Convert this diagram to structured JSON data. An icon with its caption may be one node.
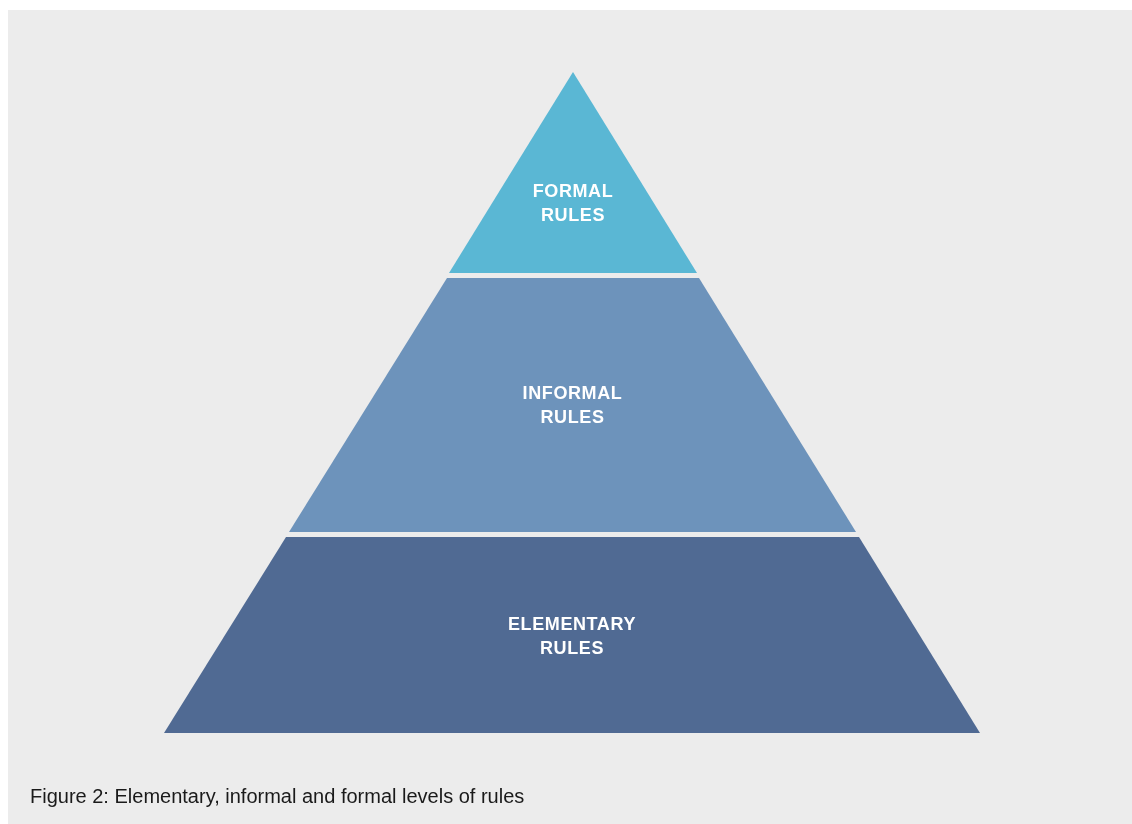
{
  "diagram": {
    "caption": "Figure 2: Elementary, informal and formal levels of rules",
    "nodes": [
      {
        "text": [
          "FORMAL RULES"
        ]
      },
      {
        "text": [
          "INFORMAL RULES"
        ]
      },
      {
        "text": [
          "ELEMENTARY RULES"
        ]
      }
    ]
  }
}
